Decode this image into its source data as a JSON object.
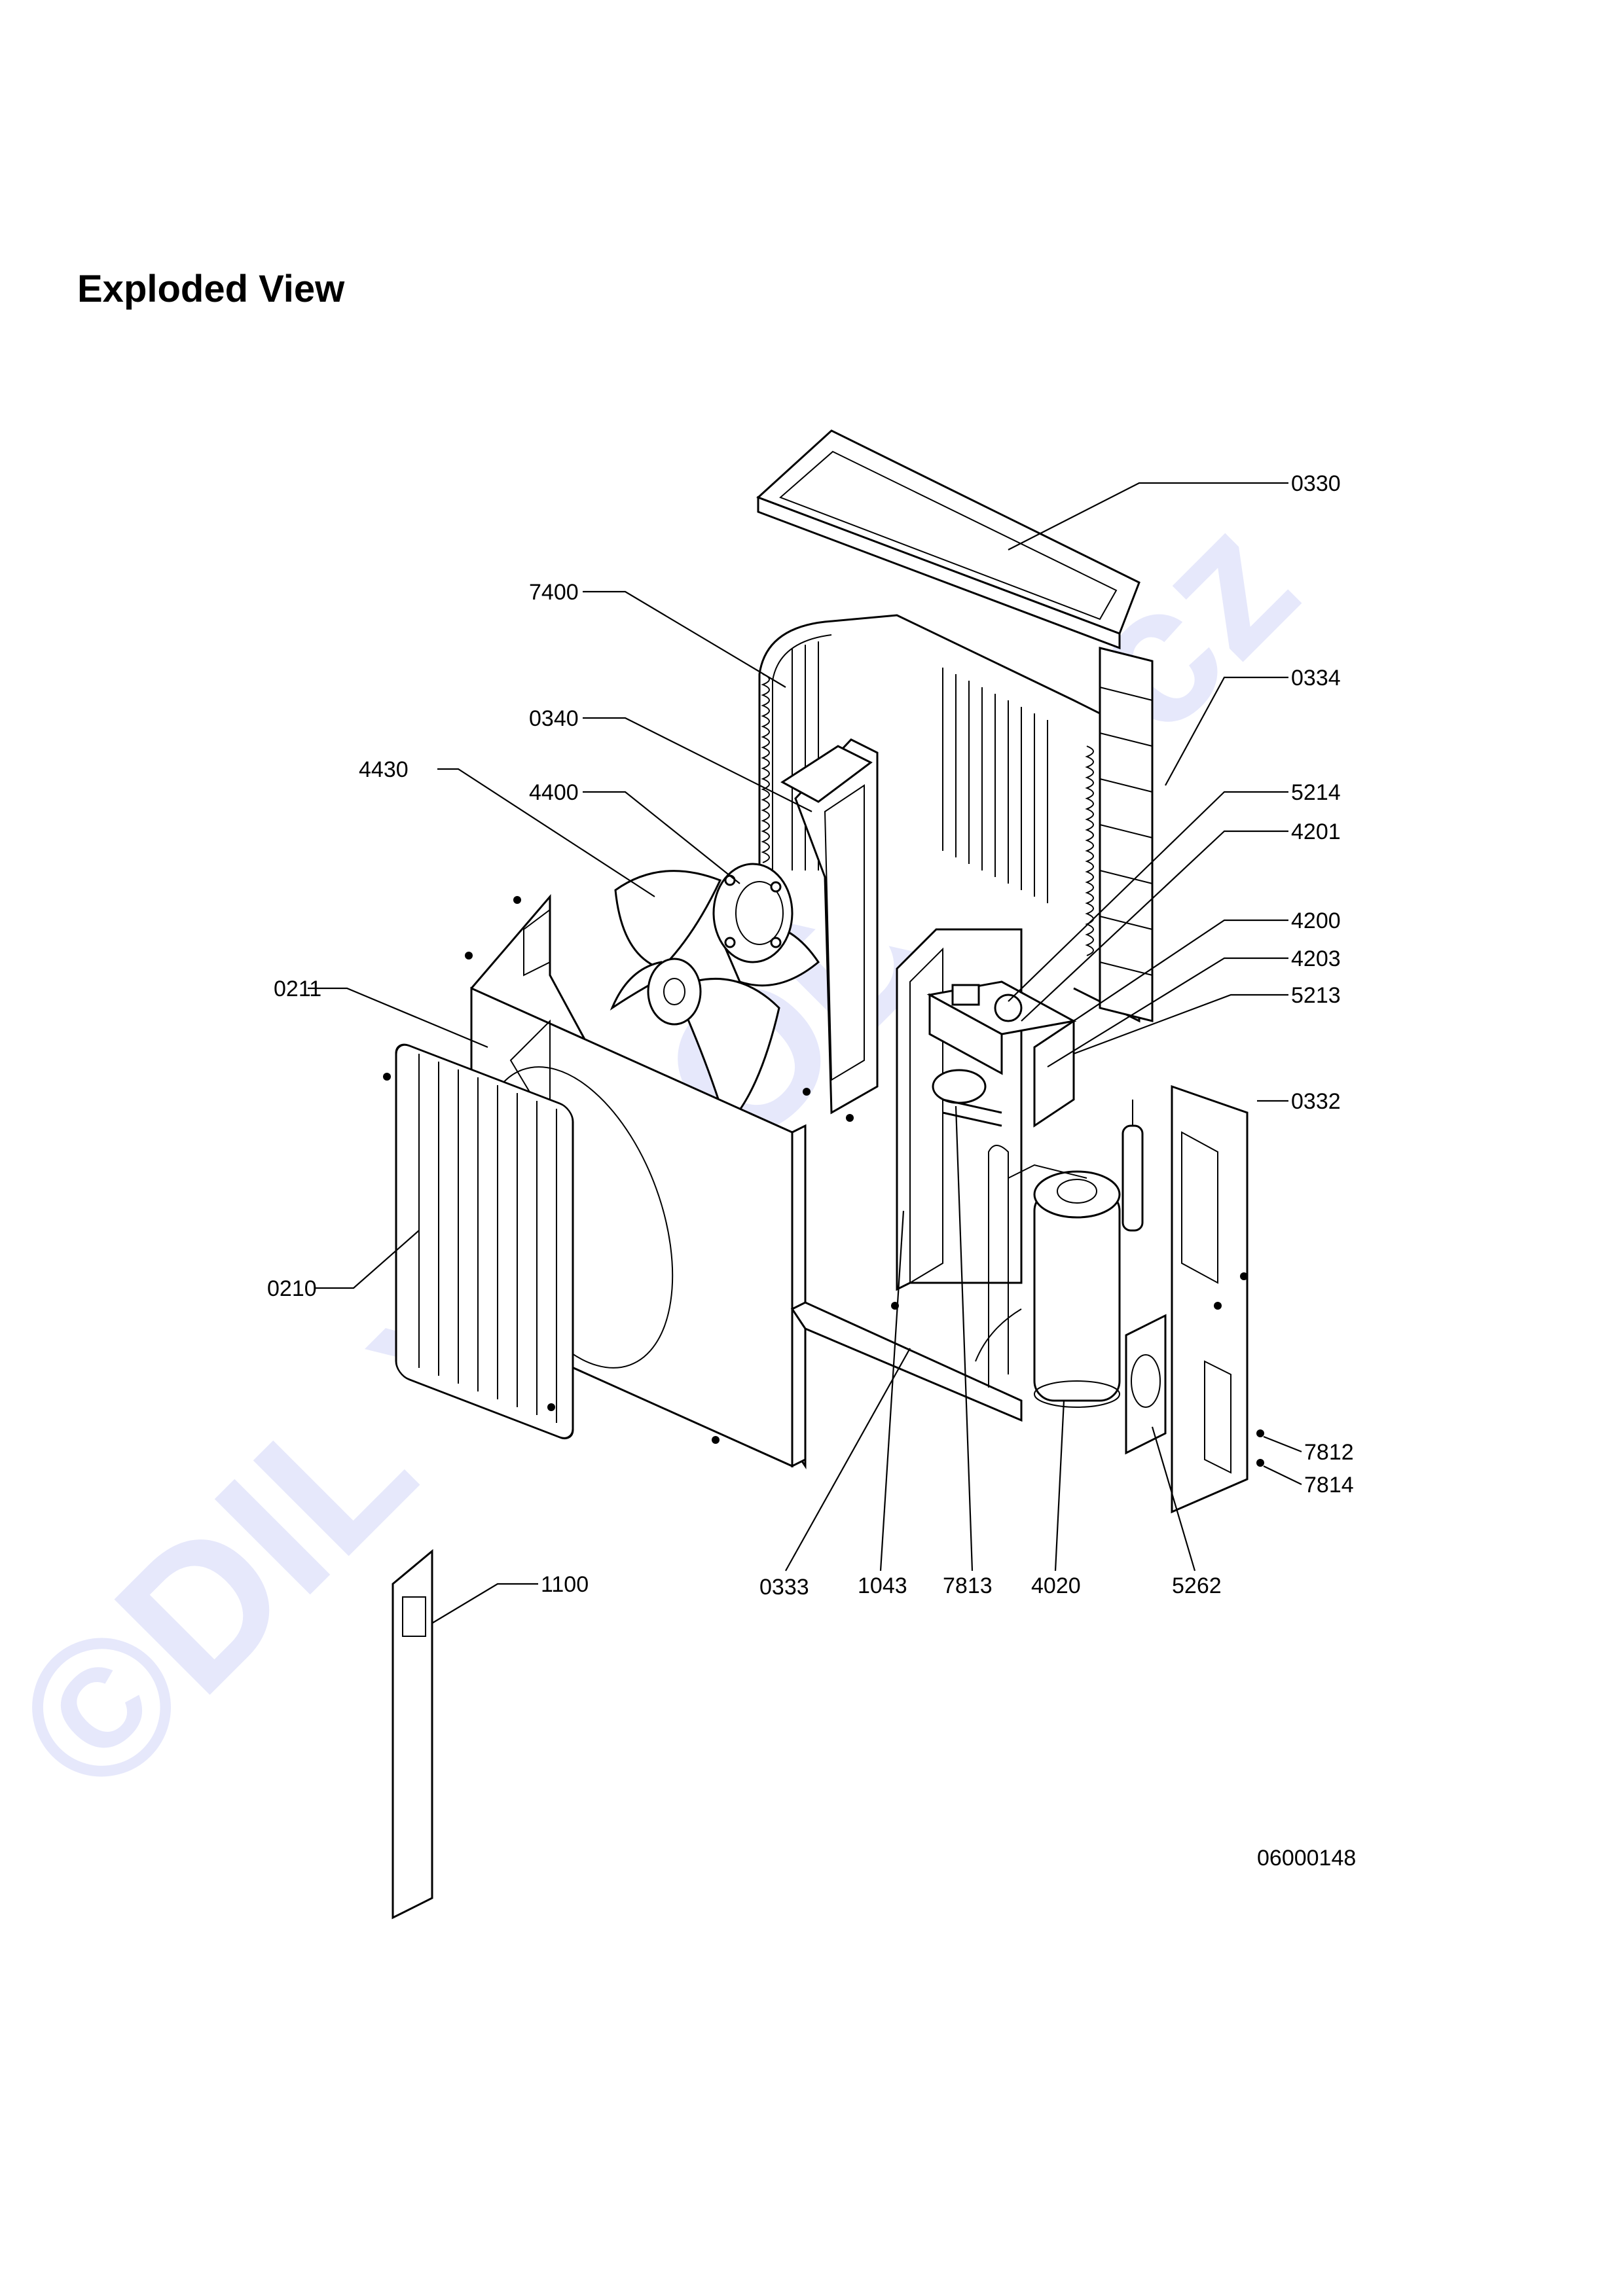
{
  "title": "Exploded View",
  "drawing_number": "06000148",
  "watermark": "©DIL YPRODEJ.cz",
  "parts": [
    {
      "id": "p0330",
      "label": "0330"
    },
    {
      "id": "p7400",
      "label": "7400"
    },
    {
      "id": "p0334",
      "label": "0334"
    },
    {
      "id": "p0340",
      "label": "0340"
    },
    {
      "id": "p4430",
      "label": "4430"
    },
    {
      "id": "p4400",
      "label": "4400"
    },
    {
      "id": "p5214",
      "label": "5214"
    },
    {
      "id": "p4201",
      "label": "4201"
    },
    {
      "id": "p4200",
      "label": "4200"
    },
    {
      "id": "p0211",
      "label": "0211"
    },
    {
      "id": "p4203",
      "label": "4203"
    },
    {
      "id": "p5213",
      "label": "5213"
    },
    {
      "id": "p0332",
      "label": "0332"
    },
    {
      "id": "p0210",
      "label": "0210"
    },
    {
      "id": "p7812",
      "label": "7812"
    },
    {
      "id": "p7814",
      "label": "7814"
    },
    {
      "id": "p1100",
      "label": "1100"
    },
    {
      "id": "p0333",
      "label": "0333"
    },
    {
      "id": "p1043",
      "label": "1043"
    },
    {
      "id": "p7813",
      "label": "7813"
    },
    {
      "id": "p4020",
      "label": "4020"
    },
    {
      "id": "p5262",
      "label": "5262"
    }
  ]
}
